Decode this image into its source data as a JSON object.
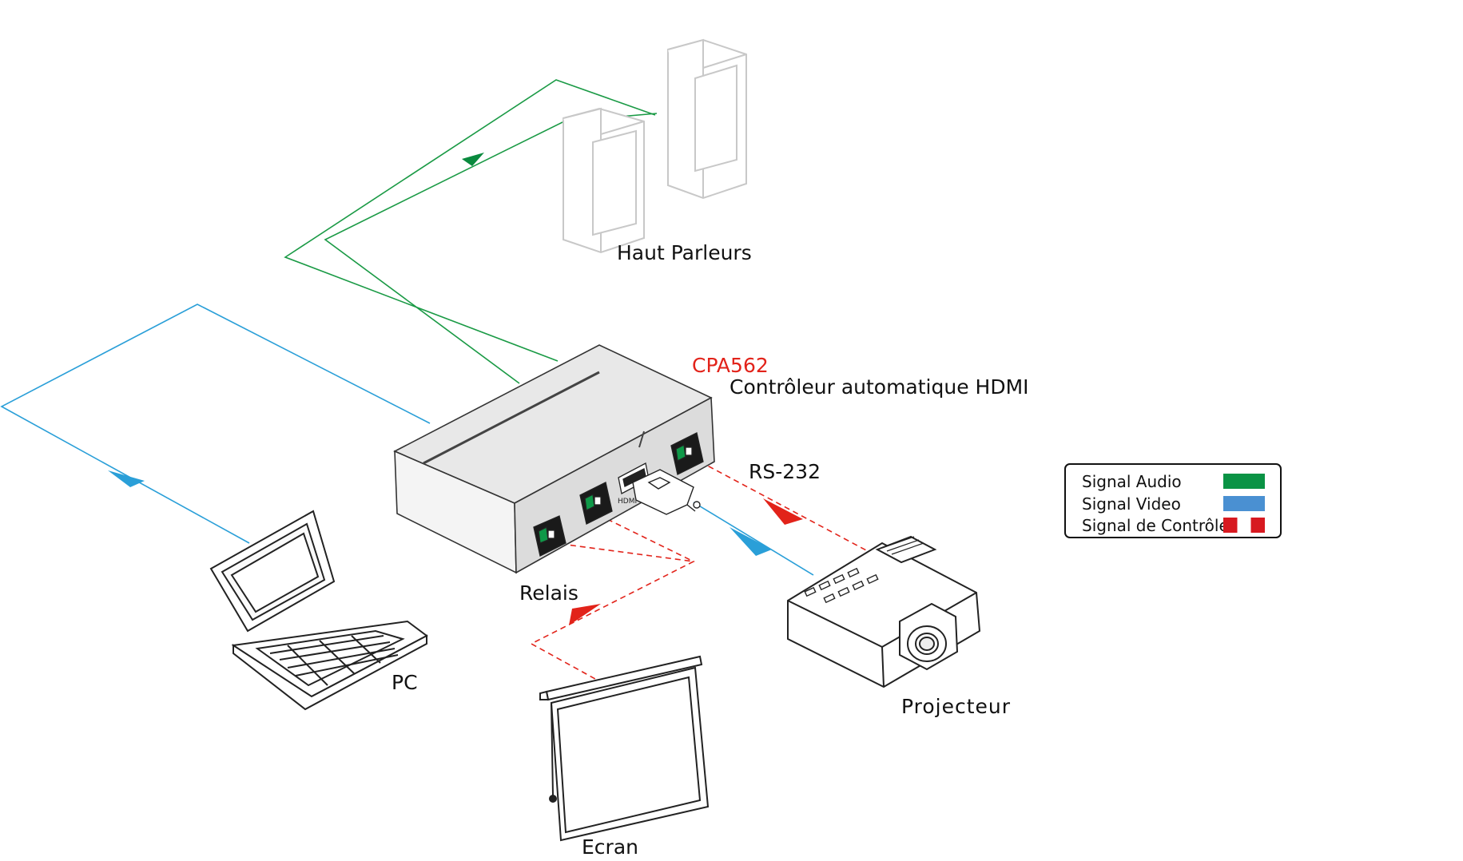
{
  "labels": {
    "speakers": "Haut Parleurs",
    "model": "CPA562",
    "device": "Contrôleur automatique HDMI",
    "rs232": "RS-232",
    "relay": "Relais",
    "pc": "PC",
    "projector": "Projecteur",
    "screen": "Ecran",
    "hdmi_port": "HDMI"
  },
  "legend": {
    "items": [
      {
        "label": "Signal Audio",
        "color": "#0a9345",
        "style": "solid"
      },
      {
        "label": "Signal Video",
        "color": "#4a90d2",
        "style": "solid"
      },
      {
        "label": "Signal de Contrôle",
        "color": "#d71920",
        "style": "dashed"
      }
    ]
  },
  "colors": {
    "audio": "#1a9a45",
    "video": "#2a9fd8",
    "control": "#e2231a",
    "outline": "#333333",
    "model_text": "#e2231a"
  },
  "icons": [
    "speaker-icon",
    "laptop-icon",
    "projector-icon",
    "projection-screen-icon",
    "controller-box-icon"
  ]
}
